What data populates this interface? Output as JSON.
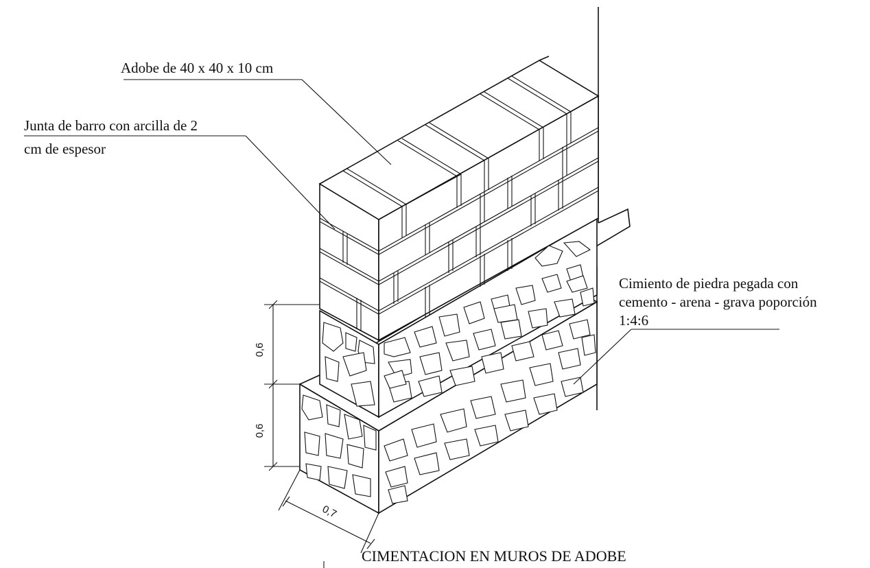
{
  "labels": {
    "adobe": "Adobe de 40 x 40 x 10 cm",
    "junta_line1": "Junta de barro con arcilla  de 2",
    "junta_line2": "cm de espesor",
    "cimiento_line1": "Cimiento de piedra pegada con",
    "cimiento_line2": "cemento - arena - grava poporción",
    "cimiento_line3": "1:4:6"
  },
  "dimensions": {
    "upper_height": "0,6",
    "lower_height": "0,6",
    "width": "0,7"
  },
  "title": "CIMENTACION EN MUROS  DE ADOBE"
}
